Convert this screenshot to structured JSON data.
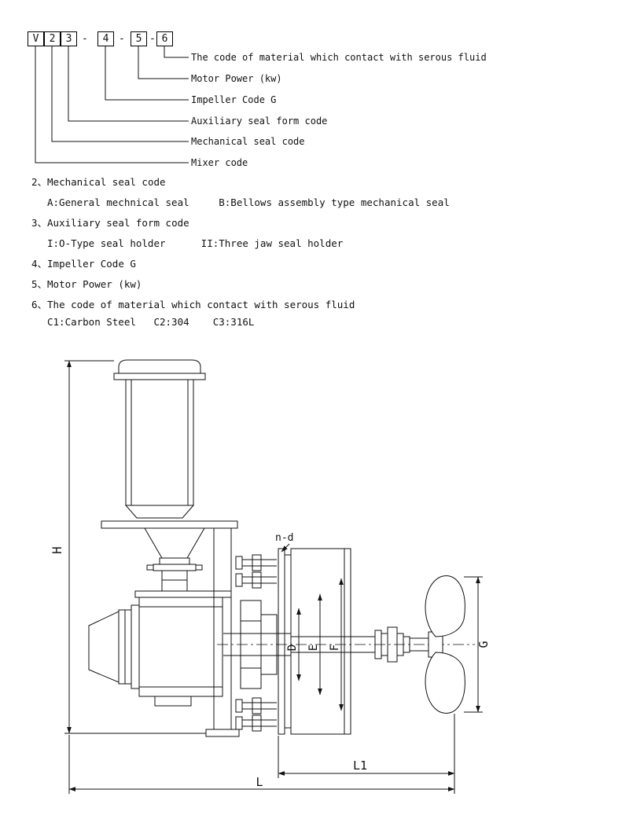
{
  "model_code": {
    "boxes": [
      "V",
      "2",
      "3",
      "4",
      "5",
      "6"
    ],
    "dash": "-",
    "callouts": [
      {
        "label": "The code of material which contact with serous fluid"
      },
      {
        "label": "Motor Power (kw)"
      },
      {
        "label": "Impeller Code G"
      },
      {
        "label": "Auxiliary seal form code"
      },
      {
        "label": "Mechanical seal code"
      },
      {
        "label": "Mixer code"
      }
    ]
  },
  "legend": {
    "item2": {
      "heading": "2、Mechanical seal code",
      "detail": "A:General mechnical seal     B:Bellows assembly type mechanical seal"
    },
    "item3": {
      "heading": "3、Auxiliary seal form code",
      "detail": "I:O-Type seal holder      II:Three jaw seal holder"
    },
    "item4": {
      "heading": "4、Impeller Code G"
    },
    "item5": {
      "heading": "5、Motor Power (kw)"
    },
    "item6": {
      "heading": "6、The code of material which contact with serous fluid",
      "detail": "C1:Carbon Steel   C2:304    C3:316L"
    }
  },
  "drawing": {
    "labels": {
      "height": "H",
      "bolt_holes": "n-d",
      "dia_d": "D",
      "dia_e": "E",
      "dia_f": "F",
      "impeller_dia": "G",
      "length_l1": "L1",
      "length_l": "L"
    }
  }
}
